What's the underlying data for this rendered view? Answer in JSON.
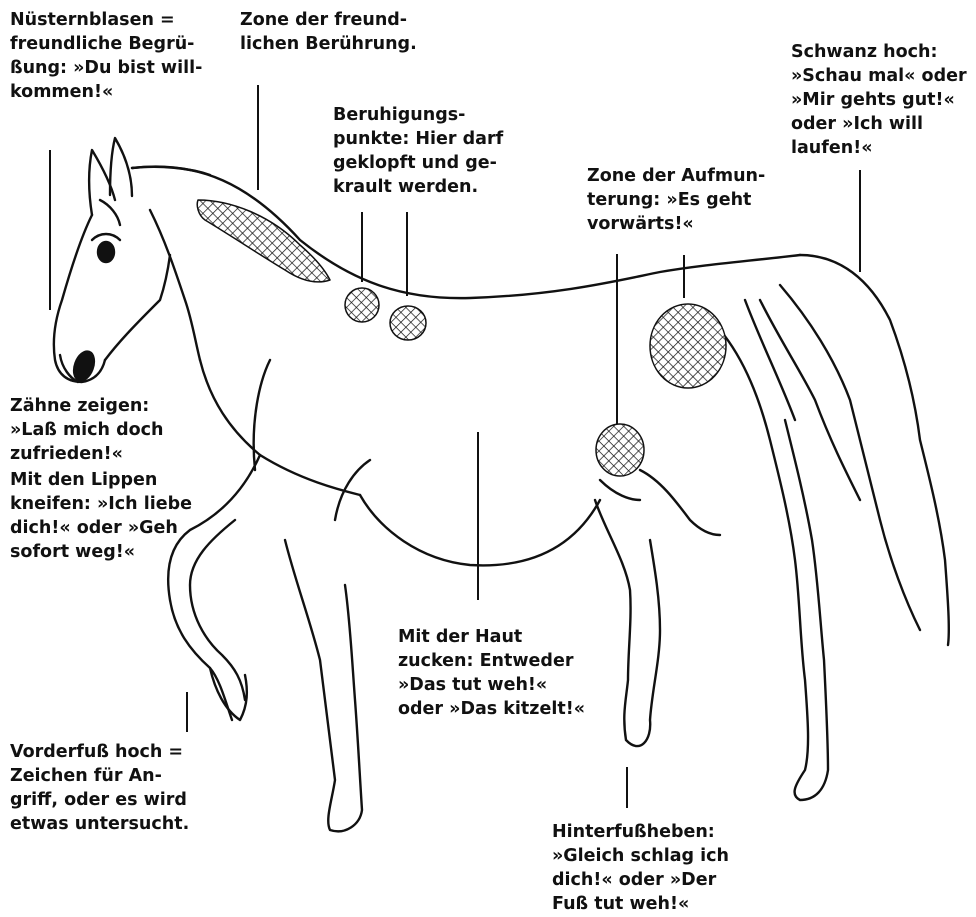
{
  "annotations": {
    "nostrils": {
      "lines": [
        "Nüsternblasen =",
        "freundliche Begrü-",
        "ßung: »Du bist will-",
        "kommen!«"
      ]
    },
    "neck_zone": {
      "lines": [
        "Zone der freund-",
        "lichen Berührung."
      ]
    },
    "calming_points": {
      "lines": [
        "Beruhigungs-",
        "punkte: Hier darf",
        "geklopft und ge-",
        "krault werden."
      ]
    },
    "encouragement_zone": {
      "lines": [
        "Zone der Aufmun-",
        "terung: »Es geht",
        "vorwärts!«"
      ]
    },
    "tail": {
      "lines": [
        "Schwanz hoch:",
        "»Schau mal« oder",
        "»Mir gehts gut!«",
        "oder »Ich will",
        "laufen!«"
      ]
    },
    "teeth": {
      "lines": [
        "Zähne zeigen:",
        "»Laß mich doch",
        "zufrieden!«"
      ]
    },
    "lips": {
      "lines": [
        "Mit den Lippen",
        "kneifen: »Ich liebe",
        "dich!« oder »Geh",
        "sofort weg!«"
      ]
    },
    "skin": {
      "lines": [
        "Mit der Haut",
        "zucken: Entweder",
        "»Das tut weh!«",
        "oder »Das kitzelt!«"
      ]
    },
    "front_foot": {
      "lines": [
        "Vorderfuß hoch =",
        "Zeichen für An-",
        "griff, oder es wird",
        "etwas untersucht."
      ]
    },
    "hind_foot": {
      "lines": [
        "Hinterfußheben:",
        "»Gleich schlag ich",
        "dich!« oder »Der",
        "Fuß tut weh!«"
      ]
    }
  },
  "colors": {
    "ink": "#111111",
    "background": "#ffffff"
  },
  "figure": {
    "subject": "horse-line-drawing"
  }
}
